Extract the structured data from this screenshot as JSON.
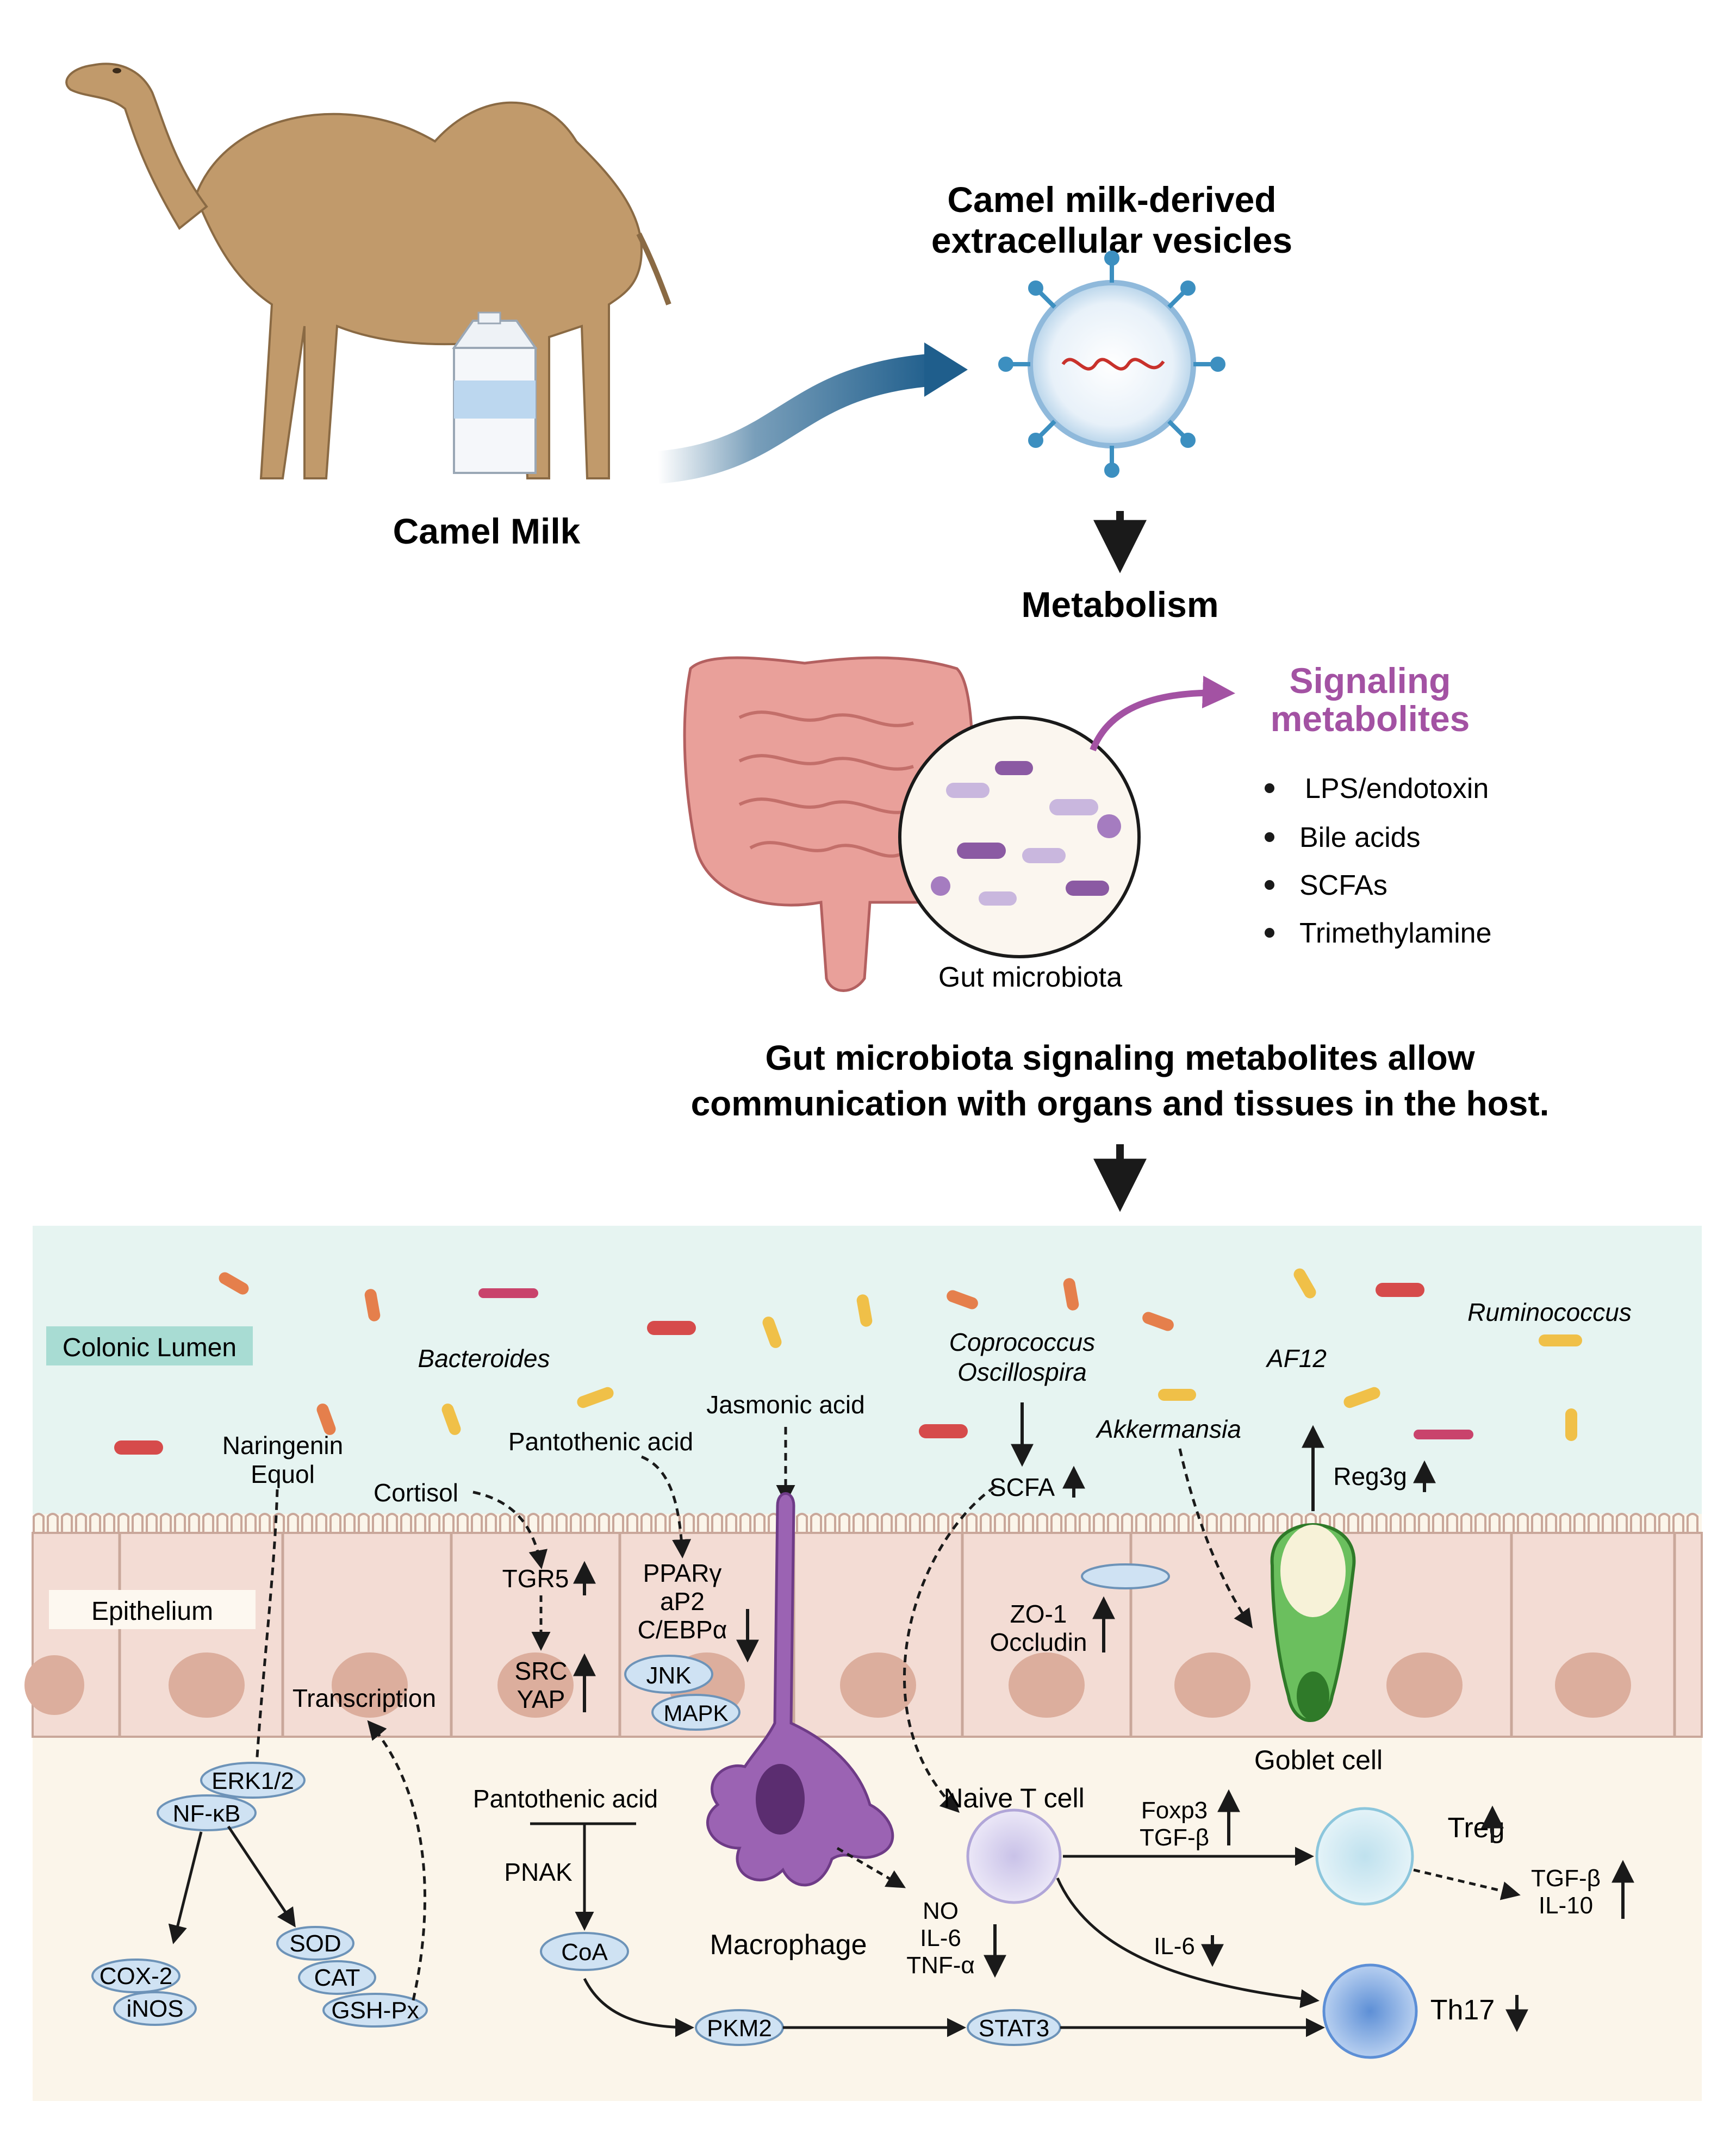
{
  "top": {
    "camel_milk_label": "Camel Milk",
    "ev_title_line1": "Camel milk-derived",
    "ev_title_line2": "extracellular vesicles",
    "metabolism_label": "Metabolism",
    "signaling_title_line1": "Signaling",
    "signaling_title_line2": "metabolites",
    "signaling_items": [
      "LPS/endotoxin",
      "Bile acids",
      "SCFAs",
      "Trimethylamine"
    ],
    "gut_microbiota_label": "Gut microbiota",
    "statement_line1": "Gut microbiota signaling metabolites allow",
    "statement_line2": "communication with organs and tissues in the host."
  },
  "panel": {
    "colonic_lumen": "Colonic Lumen",
    "epithelium": "Epithelium",
    "bacteroides": "Bacteroides",
    "coprococcus": "Coprococcus",
    "oscillospira": "Oscillospira",
    "ruminococcus": "Ruminococcus",
    "af12": "AF12",
    "akkermansia": "Akkermansia",
    "naringenin": "Naringenin",
    "equol": "Equol",
    "cortisol": "Cortisol",
    "pantothenic_acid_lumen": "Pantothenic acid",
    "jasmonic_acid": "Jasmonic acid",
    "scfa": "SCFA",
    "reg3g": "Reg3g",
    "tgr5": "TGR5",
    "src": "SRC",
    "yap": "YAP",
    "ppar": "PPARγ",
    "ap2": "aP2",
    "cebp": "C/EBPα",
    "jnk": "JNK",
    "mapk": "MAPK",
    "zo1": "ZO-1",
    "occludin": "Occludin",
    "transcription": "Transcription",
    "goblet_cell": "Goblet cell",
    "erk": "ERK1/2",
    "nfkb": "NF-κB",
    "cox2": "COX-2",
    "inos": "iNOS",
    "sod": "SOD",
    "cat": "CAT",
    "gshpx": "GSH-Px",
    "pantothenic_acid_lower": "Pantothenic acid",
    "pnak": "PNAK",
    "coa": "CoA",
    "pkm2": "PKM2",
    "stat3": "STAT3",
    "macrophage": "Macrophage",
    "no": "NO",
    "il6_mac": "IL-6",
    "tnfa": "TNF-α",
    "naive_t": "Naive T cell",
    "foxp3": "Foxp3",
    "tgfb_1": "TGF-β",
    "treg": "Treg",
    "tgfb_2": "TGF-β",
    "il10": "IL-10",
    "il6_th": "IL-6",
    "th17": "Th17"
  },
  "colors": {
    "lumen_bg": "#e6f4f1",
    "tissue_bg": "#fbf5ea",
    "epithelial_cell": "#f3dcd4",
    "signaling_purple": "#a352a3",
    "flow_arrow_blue": "#1f5e8c",
    "protein_oval": "#cfe2f3",
    "goblet_green": "#4a9e3f"
  }
}
